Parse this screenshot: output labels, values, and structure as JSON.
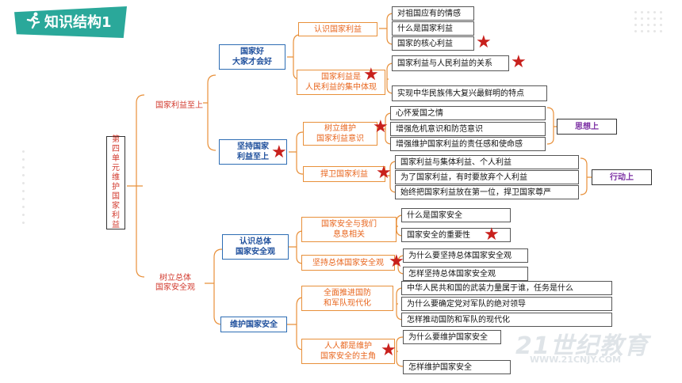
{
  "header": {
    "title": "知识结构1"
  },
  "root": "第四单元　维护国家利益",
  "branch1": {
    "label": "国家利益至上",
    "sub1": {
      "label": "国家好\n大家才会好",
      "t1": {
        "label": "认识国家利益",
        "items": [
          "对祖国应有的情感",
          "什么是国家利益",
          "国家的核心利益"
        ]
      },
      "t2": {
        "label": "国家利益是\n人民利益的集中体现",
        "items": [
          "国家利益与人民利益的关系",
          "实现中华民族伟大复兴最鲜明的特点"
        ]
      }
    },
    "sub2": {
      "label": "坚持国家\n利益至上",
      "t1": {
        "label": "树立维护\n国家利益意识",
        "items": [
          "心怀爱国之情",
          "增强危机意识和防范意识",
          "增强维护国家利益的责任感和使命感"
        ],
        "note": "思想上"
      },
      "t2": {
        "label": "捍卫国家利益",
        "items": [
          "国家利益与集体利益、个人利益",
          "为了国家利益，有时要放弃个人利益",
          "始终把国家利益放在第一位，捍卫国家尊严"
        ],
        "note": "行动上"
      }
    }
  },
  "branch2": {
    "label": "树立总体\n国家安全观",
    "sub1": {
      "label": "认识总体\n国家安全观",
      "t1": {
        "label": "国家安全与我们\n息息相关",
        "items": [
          "什么是国家安全",
          "国家安全的重要性"
        ]
      },
      "t2": {
        "label": "坚持总体国家安全观",
        "items": [
          "为什么要坚持总体国家安全观",
          "怎样坚持总体国家安全观"
        ]
      }
    },
    "sub2": {
      "label": "维护国家安全",
      "t1": {
        "label": "全面推进国防\n和军队现代化",
        "items": [
          "中华人民共和国的武装力量属于谁，任务是什么",
          "为什么要确定党对军队的绝对领导",
          "怎样推动国防和军队的现代化"
        ]
      },
      "t2": {
        "label": "人人都是维护\n国家安全的主角",
        "items": [
          "为什么要维护国家安全",
          "怎样维护国家安全"
        ]
      }
    }
  },
  "watermark": {
    "main": "21世纪教育",
    "sub": "WWW.21CNJY.COM"
  },
  "colors": {
    "accent": "#2aa89a",
    "star": "#c8201c",
    "orange": "#e8903a",
    "blue": "#2d6db4"
  }
}
